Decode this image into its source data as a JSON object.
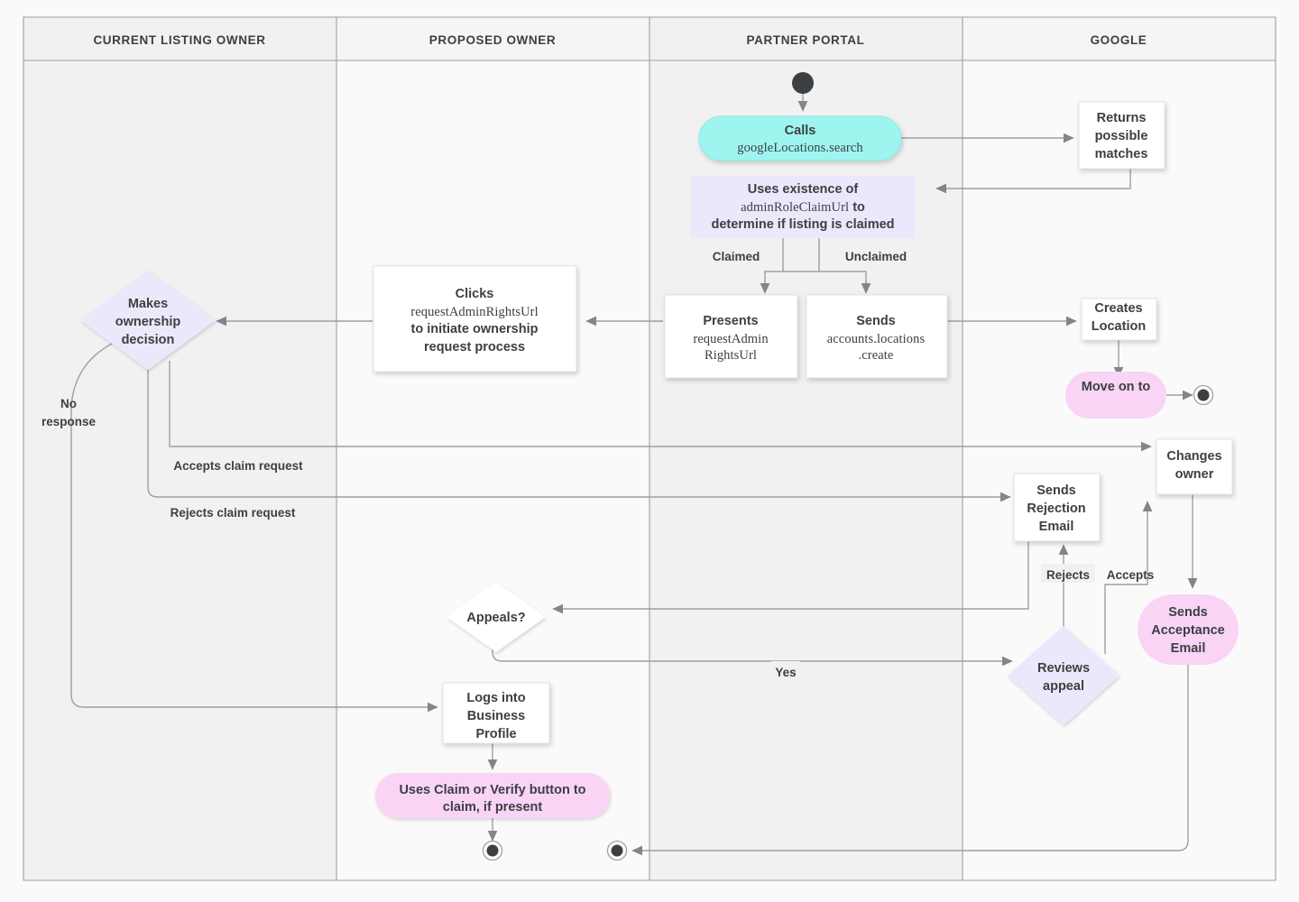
{
  "diagram": {
    "title": "Business Profile listing ownership transfer flow",
    "type": "swimlane-flowchart",
    "colors": {
      "background": "#fafafa",
      "lane_alt": "#f1f1f1",
      "lane_header": "#f1f1f1",
      "cyan": "#9ef5ef",
      "purple": "#ece8fb",
      "pink": "#fad4f5",
      "white": "#ffffff",
      "stroke": "#9aa0a6",
      "text": "#3c4043"
    },
    "lanes": [
      {
        "id": "current-listing-owner",
        "label": "CURRENT LISTING OWNER"
      },
      {
        "id": "proposed-owner",
        "label": "PROPOSED OWNER"
      },
      {
        "id": "partner-portal",
        "label": "PARTNER PORTAL"
      },
      {
        "id": "google",
        "label": "GOOGLE"
      }
    ],
    "nodes": {
      "start_partner": {
        "shape": "start-node",
        "lane": "partner-portal",
        "label": ""
      },
      "calls_search": {
        "shape": "rounded-pill",
        "lane": "partner-portal",
        "color": "cyan",
        "line1": "Calls",
        "line2": "googleLocations.search"
      },
      "returns_matches": {
        "shape": "rect",
        "lane": "google",
        "color": "white",
        "line1": "Returns",
        "line2": "possible",
        "line3": "matches"
      },
      "uses_existence": {
        "shape": "rect",
        "lane": "partner-portal",
        "color": "purple",
        "line1": "Uses existence of",
        "line2a": "adminRoleClaimUrl",
        "line2b": " to",
        "line3": "determine if listing is claimed"
      },
      "presents_url": {
        "shape": "rect",
        "lane": "partner-portal",
        "color": "white",
        "line1": "Presents",
        "line2": "requestAdmin",
        "line3": "RightsUrl"
      },
      "sends_create": {
        "shape": "rect",
        "lane": "partner-portal",
        "color": "white",
        "line1": "Sends",
        "line2": "accounts.locations",
        "line3": ".create"
      },
      "creates_location": {
        "shape": "rect",
        "lane": "google",
        "color": "white",
        "line1": "Creates",
        "line2": "Location"
      },
      "move_on_to": {
        "shape": "rounded-pill",
        "lane": "google",
        "color": "pink",
        "line1": "Move on to"
      },
      "end_google": {
        "shape": "end-node",
        "lane": "google",
        "label": ""
      },
      "clicks_url": {
        "shape": "rect",
        "lane": "proposed-owner",
        "color": "white",
        "line1": "Clicks",
        "line2": "requestAdminRightsUrl",
        "line3": "to initiate ownership",
        "line4": "request process"
      },
      "makes_decision": {
        "shape": "diamond",
        "lane": "current-listing-owner",
        "color": "purple",
        "line1": "Makes",
        "line2": "ownership",
        "line3": "decision"
      },
      "changes_owner": {
        "shape": "rect",
        "lane": "google",
        "color": "white",
        "line1": "Changes",
        "line2": "owner"
      },
      "sends_rejection": {
        "shape": "rect",
        "lane": "google",
        "color": "white",
        "line1": "Sends",
        "line2": "Rejection",
        "line3": "Email"
      },
      "sends_acceptance": {
        "shape": "rounded-pill",
        "lane": "google",
        "color": "pink",
        "line1": "Sends",
        "line2": "Acceptance",
        "line3": "Email"
      },
      "appeals": {
        "shape": "diamond",
        "lane": "proposed-owner",
        "color": "white",
        "line1": "Appeals?"
      },
      "reviews_appeal": {
        "shape": "diamond",
        "lane": "google",
        "color": "purple",
        "line1": "Reviews",
        "line2": "appeal"
      },
      "logs_into": {
        "shape": "rect",
        "lane": "proposed-owner",
        "color": "white",
        "line1": "Logs into",
        "line2": "Business",
        "line3": "Profile"
      },
      "uses_claim_button": {
        "shape": "rounded-pill",
        "lane": "proposed-owner",
        "color": "pink",
        "line1": "Uses Claim or Verify button to",
        "line2": "claim, if present"
      },
      "end_proposed": {
        "shape": "end-node",
        "lane": "proposed-owner",
        "label": ""
      },
      "end_partner": {
        "shape": "end-node",
        "lane": "partner-portal",
        "label": ""
      }
    },
    "edge_labels": {
      "claimed": "Claimed",
      "unclaimed": "Unclaimed",
      "no_response": {
        "line1": "No",
        "line2": "response"
      },
      "accepts_claim": "Accepts claim request",
      "rejects_claim": "Rejects claim request",
      "rejects": "Rejects",
      "accepts": "Accepts",
      "yes": "Yes"
    }
  }
}
